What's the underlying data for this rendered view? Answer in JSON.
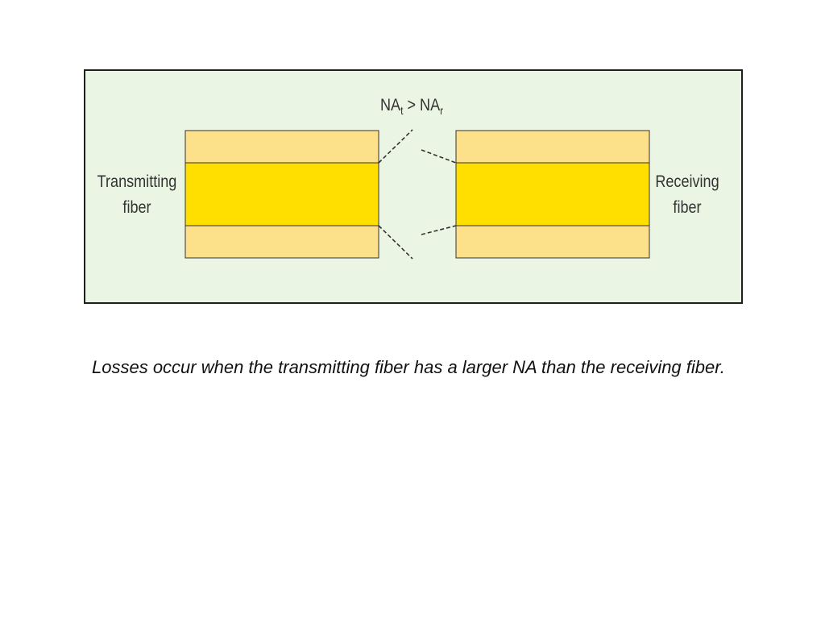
{
  "diagram": {
    "na_relation": {
      "left_term": "NA",
      "left_subscript": "t",
      "operator": ">",
      "right_term": "NA",
      "right_subscript": "r"
    },
    "transmitting_label": {
      "line1": "Transmitting",
      "line2": "fiber"
    },
    "receiving_label": {
      "line1": "Receiving",
      "line2": "fiber"
    },
    "colors": {
      "panel_background": "#ebf5e4",
      "cladding": "#fde08a",
      "core": "#ffdf00",
      "outline": "#333333"
    }
  },
  "caption": "Losses occur when the transmitting fiber has a larger NA than the receiving fiber."
}
